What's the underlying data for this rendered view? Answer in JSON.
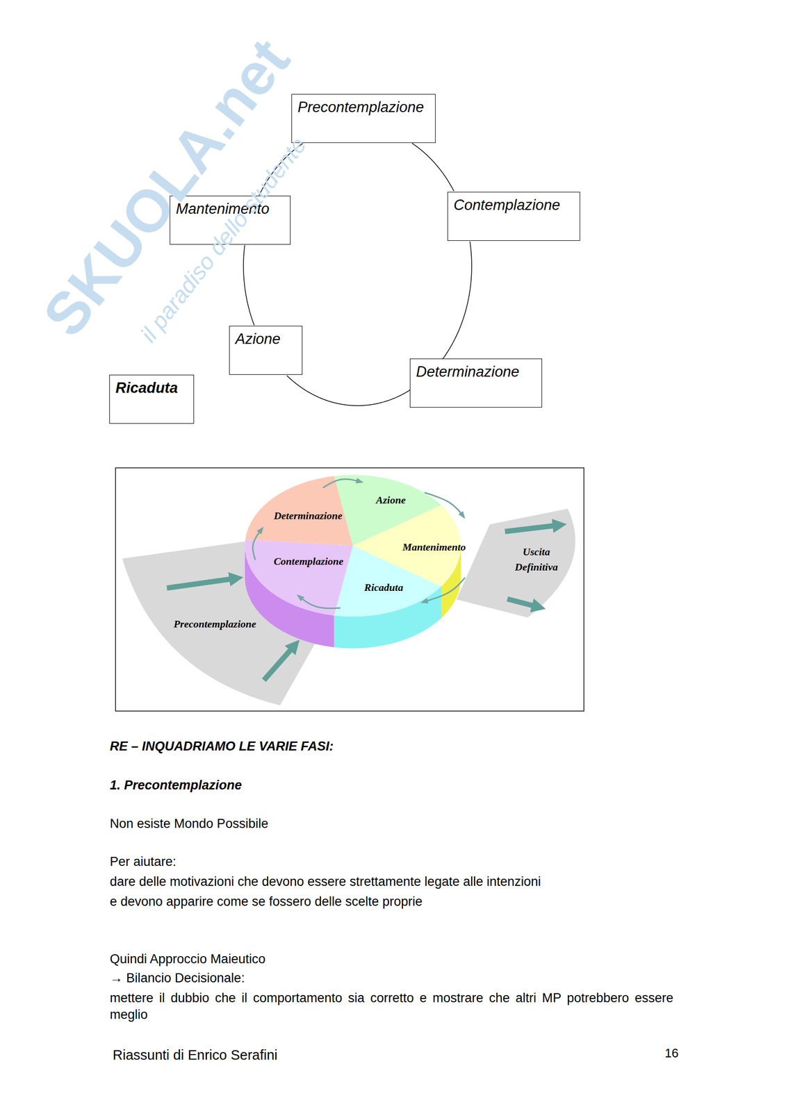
{
  "diagram": {
    "nodes": [
      {
        "text": [
          "Precontemplazione"
        ]
      },
      {
        "text": [
          "Contemplazione"
        ]
      },
      {
        "text": [
          "Mantenimento"
        ]
      },
      {
        "text": [
          "Azione"
        ]
      },
      {
        "text": [
          "Determinazione"
        ]
      },
      {
        "text": [
          "Ricaduta"
        ]
      },
      {
        "text": [
          "Azione"
        ]
      },
      {
        "text": [
          "Determinazione"
        ]
      },
      {
        "text": [
          "Mantenimento"
        ]
      },
      {
        "text": [
          "Uscita Definitiva"
        ]
      },
      {
        "text": [
          "Contemplazione"
        ]
      },
      {
        "text": [
          "Ricaduta"
        ]
      },
      {
        "text": [
          "Precontemplazione"
        ]
      }
    ],
    "edges": [
      {
        "from": 0,
        "to": 1,
        "arrow": "none"
      },
      {
        "from": 1,
        "to": 4,
        "arrow": "none"
      },
      {
        "from": 4,
        "to": 3,
        "arrow": "none"
      },
      {
        "from": 3,
        "to": 2,
        "arrow": "none"
      },
      {
        "from": 2,
        "to": 0,
        "arrow": "none"
      },
      {
        "from": 7,
        "to": 6,
        "arrow": "to"
      },
      {
        "from": 6,
        "to": 8,
        "arrow": "to"
      },
      {
        "from": 8,
        "to": 11,
        "arrow": "to"
      },
      {
        "from": 11,
        "to": 10,
        "arrow": "to"
      },
      {
        "from": 10,
        "to": 7,
        "arrow": "to"
      },
      {
        "from": 12,
        "to": 10,
        "arrow": "to"
      },
      {
        "from": 12,
        "to": 10,
        "arrow": "to"
      },
      {
        "from": 8,
        "to": 9,
        "arrow": "to"
      },
      {
        "from": 8,
        "to": 9,
        "arrow": "to"
      }
    ],
    "labels": [
      "SKUOLA.net",
      "il paradiso dello studente",
      "RE – INQUADRIAMO LE VARIE FASI:",
      "1. Precontemplazione",
      "Non esiste Mondo Possibile",
      "Per aiutare:",
      "dare delle motivazioni che devono essere strettamente legate alle intenzioni",
      "e devono apparire come se fossero delle scelte proprie",
      "Quindi Approccio Maieutico",
      "→ Bilancio Decisionale:",
      "mettere il dubbio che il comportamento sia corretto e mostrare che altri MP potrebbero essere meglio",
      "Riassunti di Enrico Serafini",
      "16"
    ]
  }
}
